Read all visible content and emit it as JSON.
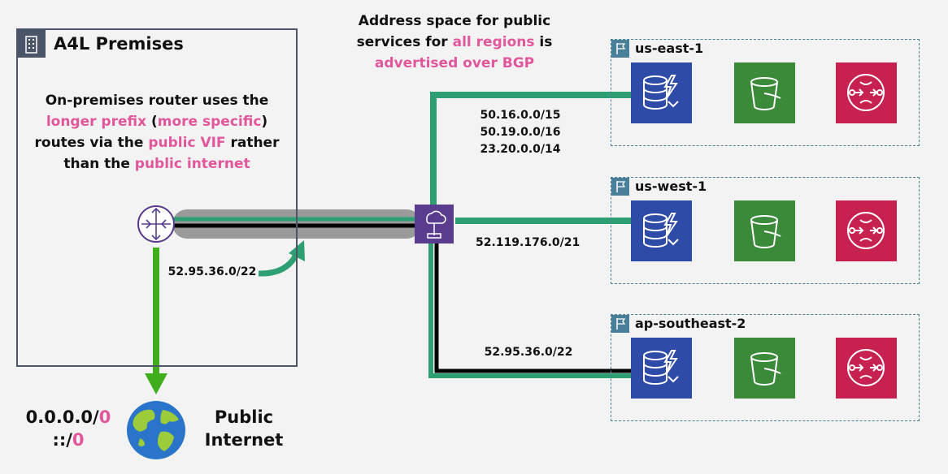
{
  "premises": {
    "title": "A4L Premises"
  },
  "router_text": {
    "l1": "On-premises router uses the",
    "l2a": "longer prefix",
    "l2b": " (",
    "l2c": "more specific",
    "l2d": ")",
    "l3a": "routes via the ",
    "l3b": "public VIF",
    "l3c": " rather",
    "l4a": "than the ",
    "l4b": "public internet"
  },
  "bgp_text": {
    "l1": "Address space for public",
    "l2a": "services for ",
    "l2b": "all regions",
    "l2c": " is",
    "l3": "advertised over BGP"
  },
  "onprem_route": "52.95.36.0/22",
  "regions": [
    {
      "name": "us-east-1",
      "routes": [
        "50.16.0.0/15",
        "50.19.0.0/16",
        "23.20.0.0/14"
      ]
    },
    {
      "name": "us-west-1",
      "routes": [
        "52.119.176.0/21"
      ]
    },
    {
      "name": "ap-southeast-2",
      "routes": [
        "52.95.36.0/22"
      ]
    }
  ],
  "internet": {
    "default_v4_a": "0.0.0.0/",
    "default_v4_b": "0",
    "default_v6_a": "::/",
    "default_v6_b": "0",
    "label_l1": "Public",
    "label_l2": "Internet"
  },
  "colors": {
    "aws_green": "#2e9e73",
    "internet_green": "#3fae1c",
    "pink": "#e0579b",
    "dynamodb": "#2f4ba8",
    "s3": "#3a8a3a",
    "sns": "#c7224f",
    "dx": "#5a3c8f"
  },
  "icons": [
    "building-icon",
    "router-icon",
    "direct-connect-icon",
    "flag-icon",
    "dynamodb-icon",
    "s3-bucket-icon",
    "sns-icon",
    "globe-icon",
    "arrow-down-icon",
    "curved-arrow-icon"
  ]
}
